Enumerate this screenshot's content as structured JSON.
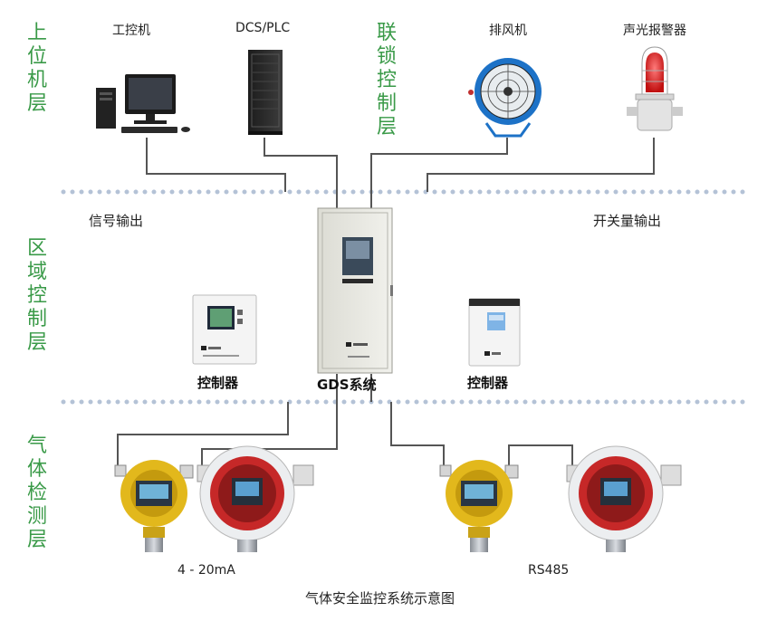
{
  "layers": {
    "top": "上位机层",
    "interlock": "联锁控制层",
    "region": "区域控制层",
    "detect": "气体检测层"
  },
  "top_devices": {
    "ipc": "工控机",
    "dcs": "DCS/PLC",
    "fan": "排风机",
    "alarm": "声光报警器"
  },
  "outputs": {
    "signal": "信号输出",
    "switch": "开关量输出"
  },
  "controllers": {
    "left": "控制器",
    "center": "GDS系统",
    "right": "控制器"
  },
  "signals": {
    "analog": "4 - 20mA",
    "digital": "RS485"
  },
  "caption": "气体安全监控系统示意图",
  "colors": {
    "layer_text": "#3a9a48",
    "dotted_line": "#b4c2d6",
    "connector": "#555555",
    "detector_yellow": "#e2b81c",
    "detector_red": "#c62828",
    "fan_blue": "#1d72c7"
  }
}
